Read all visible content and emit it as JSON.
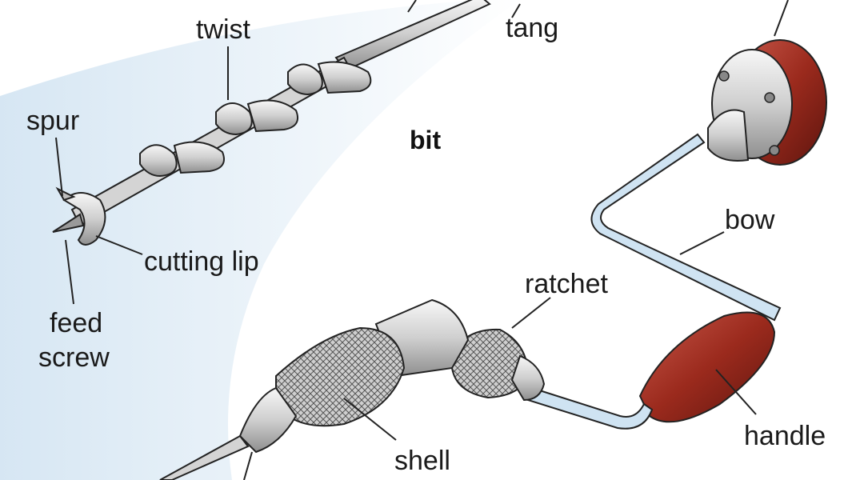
{
  "diagram": {
    "title": "",
    "labels": {
      "twist": "twist",
      "tang": "tang",
      "spur": "spur",
      "bit": "bit",
      "cutting_lip": "cutting lip",
      "feed_screw_line1": "feed",
      "feed_screw_line2": "screw",
      "bow": "bow",
      "ratchet": "ratchet",
      "handle": "handle",
      "shell": "shell"
    },
    "colors": {
      "steel": "#d9d9d9",
      "steel_dark": "#8c8c8c",
      "wood": "#9b2a1d",
      "bow_blue": "#cfe3f2",
      "background_glow": "#e6f0f8",
      "outline": "#222222"
    }
  }
}
